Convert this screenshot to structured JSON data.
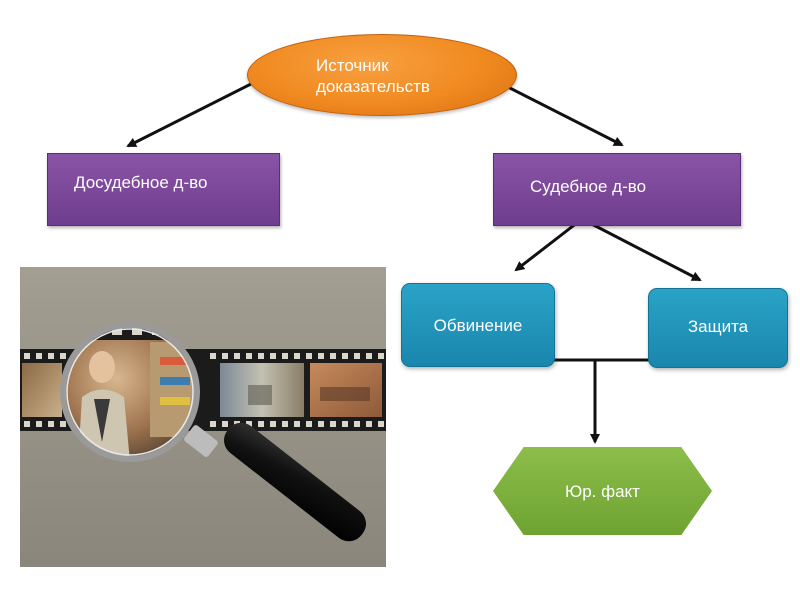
{
  "diagram": {
    "source": "Источник доказательств",
    "pretrial": "Досудебное д-во",
    "judicial": "Судебное д-во",
    "prosecution": "Обвинение",
    "defense": "Защита",
    "legal_fact": "Юр. факт"
  },
  "colors": {
    "source": "#f08a20",
    "stage": "#7a479a",
    "party": "#1f94bb",
    "result": "#7cb13d"
  },
  "icons": {
    "illustration": "magnifying-glass-over-film-strip"
  }
}
